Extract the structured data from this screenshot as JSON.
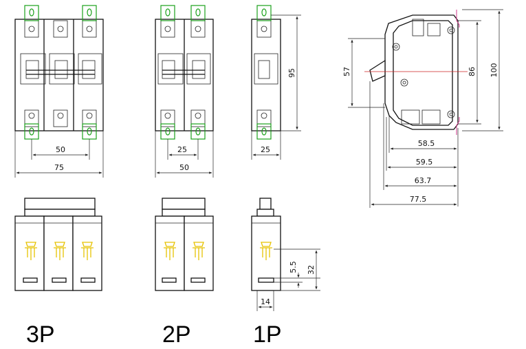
{
  "labels": {
    "p3": "3P",
    "p2": "2P",
    "p1": "1P"
  },
  "dims": {
    "w3_pitch": "50",
    "w3_total": "75",
    "w2_pitch": "25",
    "w2_total": "50",
    "w1_total": "25",
    "height": "95",
    "side_57": "57",
    "side_86": "86",
    "side_100": "100",
    "d58": "58.5",
    "d59": "59.5",
    "d63": "63.7",
    "d77": "77.5",
    "front_55": "5.5",
    "front_32": "32",
    "front_14": "14"
  },
  "colors": {
    "terminal": "#1aa01a",
    "rail": "#d23a8c",
    "centerline": "#cc2020",
    "toggle": "#e6c200"
  }
}
